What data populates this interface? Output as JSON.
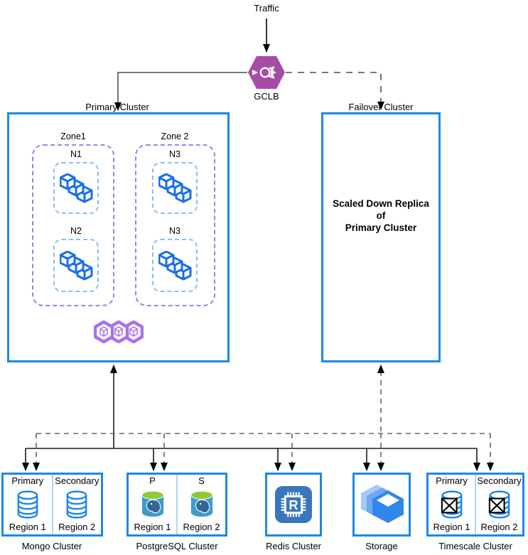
{
  "diagram": {
    "traffic_label": "Traffic",
    "gclb": {
      "label": "GCLB",
      "icon": "load-balancer-icon"
    },
    "primary_cluster": {
      "label": "Primary Cluster",
      "zones": [
        {
          "label": "Zone1",
          "nodes": [
            {
              "label": "N1"
            },
            {
              "label": "N2"
            }
          ]
        },
        {
          "label": "Zone 2",
          "nodes": [
            {
              "label": "N3"
            },
            {
              "label": "N3"
            }
          ]
        }
      ],
      "pods_icon": "pods-hexagons-icon",
      "node_icon": "workload-cubes-icon"
    },
    "failover_cluster": {
      "label": "Failover Cluster",
      "body_text": "Scaled Down Replica\nof\nPrimary Cluster"
    },
    "databases": {
      "mongo": {
        "title": "Mongo Cluster",
        "left_role": "Primary",
        "right_role": "Secondary",
        "left_region": "Region 1",
        "right_region": "Region 2",
        "icon": "database-cylinder-icon"
      },
      "postgres": {
        "title": "PostgreSQL Cluster",
        "left_role": "P",
        "right_role": "S",
        "left_region": "Region 1",
        "right_region": "Region 2",
        "icon": "postgresql-icon"
      },
      "redis": {
        "title": "Redis Cluster",
        "letter": "R",
        "icon": "redis-chip-icon"
      },
      "storage": {
        "title": "Storage",
        "icon": "storage-cubes-icon"
      },
      "timescale": {
        "title": "Timescale Cluster",
        "left_role": "Primary",
        "right_role": "Secondary",
        "left_region": "Region 1",
        "right_region": "Region 2",
        "icon": "timescale-database-icon"
      }
    },
    "colors": {
      "cluster_border": "#1E88E5",
      "zone_dash": "#9C82E8",
      "node_dash": "#8FBBF2",
      "workload_blue": "#1A6FE8",
      "pods_purple": "#A873EA",
      "gclb_purple": "#A64CA6",
      "db_outline_blue": "#1E88E5",
      "divider_blue": "#AFD4F7",
      "postgres_body": "#3D9CCE",
      "postgres_top_green": "#8FC93A",
      "postgres_elephant": "#336791",
      "redis_bg": "#3A76BB",
      "storage_front": "#2F86EC",
      "storage_mid": "#70A7EF",
      "storage_back": "#A6C8F6",
      "connector_solid": "#1a1a1a",
      "connector_dashed": "#666666"
    }
  }
}
